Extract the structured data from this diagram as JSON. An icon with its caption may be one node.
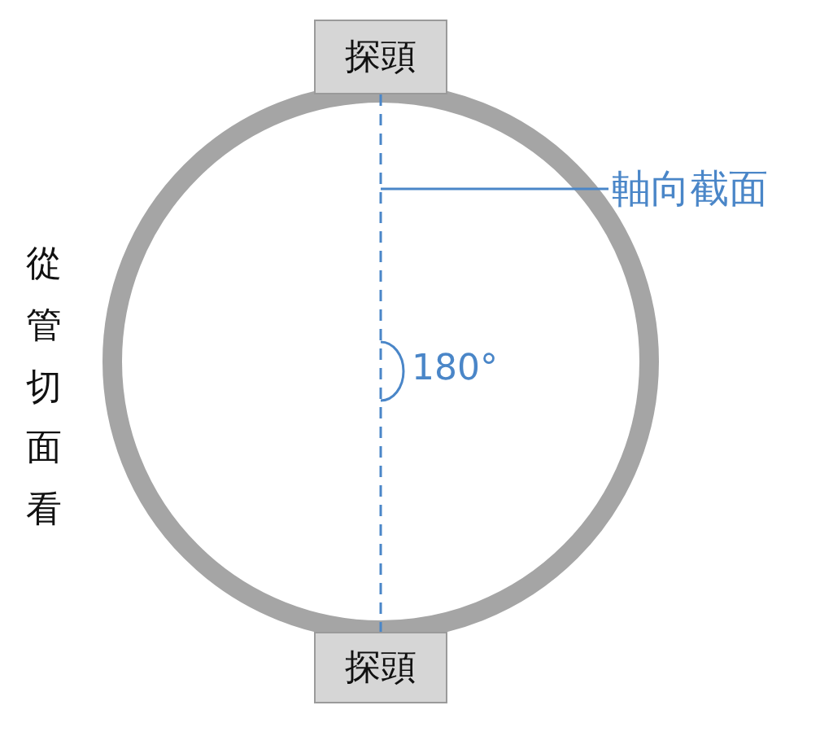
{
  "diagram": {
    "nodes": [
      {
        "text": [
          "探頭"
        ]
      },
      {
        "text": [
          "探頭"
        ]
      },
      {
        "text": [
          "軸向截面"
        ]
      }
    ],
    "edges": [
      {
        "from": 0,
        "to": 1,
        "arrow": "none",
        "style": "dashed"
      },
      {
        "from": 2,
        "to": null,
        "arrow": "none"
      }
    ],
    "labels": [
      "從管切面看",
      "180°"
    ]
  }
}
